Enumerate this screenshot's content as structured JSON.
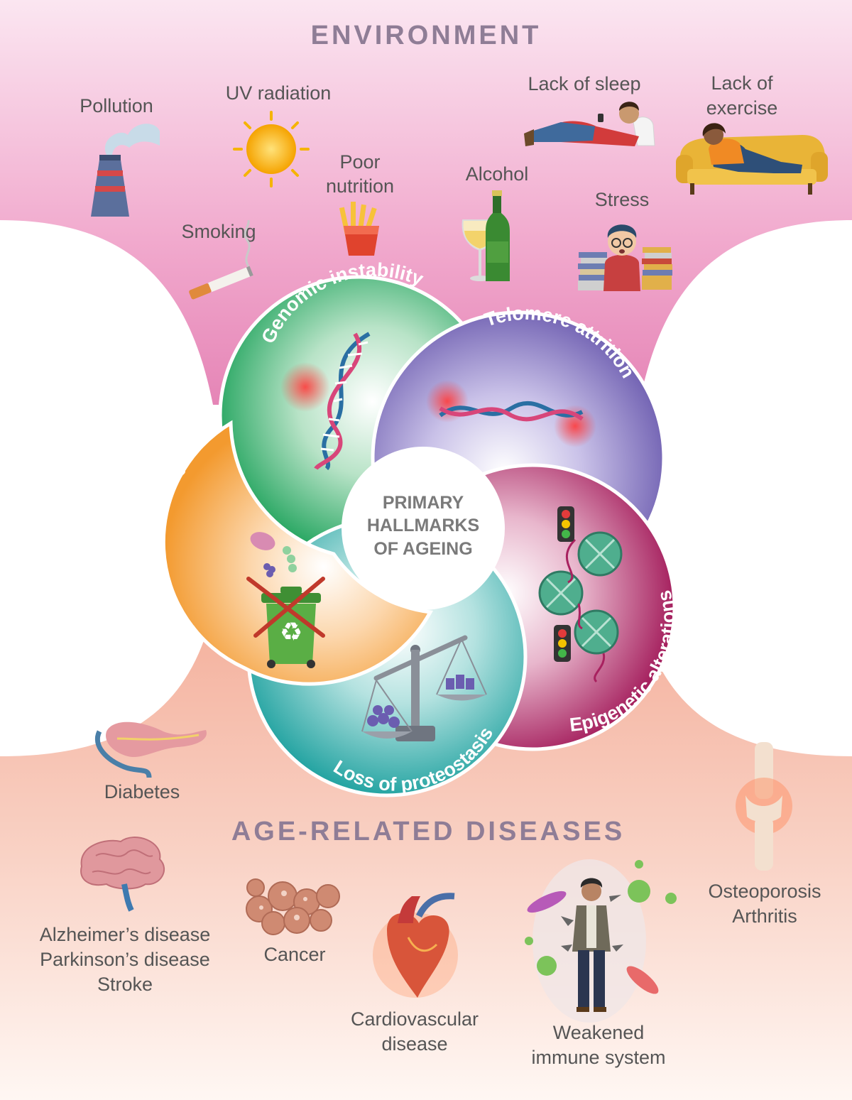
{
  "environment": {
    "title": "ENVIRONMENT",
    "factors": {
      "pollution": "Pollution",
      "uv": "UV radiation",
      "sleep": "Lack of sleep",
      "exercise_1": "Lack of",
      "exercise_2": "exercise",
      "smoking": "Smoking",
      "nutrition_1": "Poor",
      "nutrition_2": "nutrition",
      "alcohol": "Alcohol",
      "stress": "Stress"
    }
  },
  "hallmarks": {
    "center_1": "PRIMARY",
    "center_2": "HALLMARKS",
    "center_3": "OF AGEING",
    "genomic": "Genomic instability",
    "telomere": "Telomere attrition",
    "epigenetic": "Epigenetic alterations",
    "proteostasis": "Loss of proteostasis",
    "autophagy": "Disabled autophagy"
  },
  "diseases": {
    "title": "AGE-RELATED DISEASES",
    "diabetes": "Diabetes",
    "neuro_1": "Alzheimer’s disease",
    "neuro_2": "Parkinson’s disease",
    "neuro_3": "Stroke",
    "cancer": "Cancer",
    "cardio_1": "Cardiovascular",
    "cardio_2": "disease",
    "immune_1": "Weakened",
    "immune_2": "immune system",
    "bone_1": "Osteoporosis",
    "bone_2": "Arthritis"
  },
  "colors": {
    "environment_top": "#f0a6cb",
    "disease_bg": "#f7c2b0",
    "genomic": "#1fa35a",
    "telomere": "#6b5db0",
    "epigenetic": "#a8215f",
    "proteostasis": "#2aa8a6",
    "autophagy": "#f39a30",
    "title_text": "#8f7d96"
  }
}
